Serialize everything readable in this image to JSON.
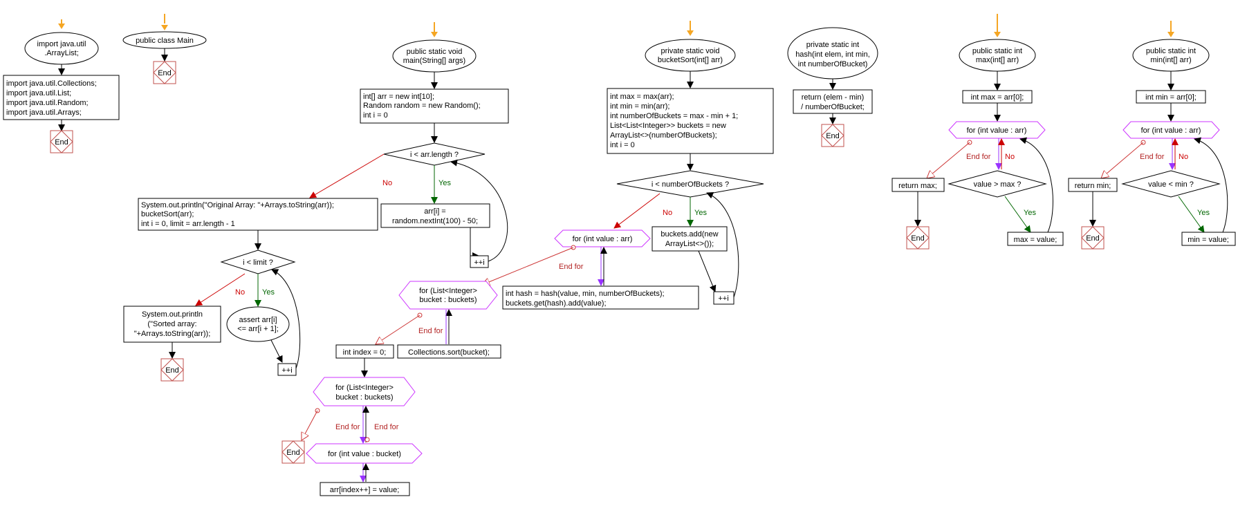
{
  "colors": {
    "start_marker": "#f5a623",
    "loop_hexagon": "#cc33ff",
    "end_marker": "#c0504d",
    "no_branch": "#cc0000",
    "yes_branch": "#006600",
    "end_for_branch": "#cc3333",
    "loop_back": "#9933ff"
  },
  "imports": {
    "start": [
      "import java.util",
      ".ArrayList;"
    ],
    "body": [
      "import java.util.Collections;",
      "import java.util.List;",
      "import java.util.Random;",
      "import java.util.Arrays;"
    ],
    "end": "End"
  },
  "main_class": {
    "start": "public class Main",
    "end": "End"
  },
  "main_method": {
    "start": [
      "public static void",
      "main(String[] args)"
    ],
    "init": [
      "int[] arr = new int[10];",
      "Random random = new Random();",
      "int i = 0"
    ],
    "cond1": "i < arr.length ?",
    "yes": "Yes",
    "no": "No",
    "fill": [
      "arr[i] =",
      "random.nextInt(100) - 50;"
    ],
    "inc1": "++i",
    "print": [
      "System.out.println(\"Original Array: \"+Arrays.toString(arr));",
      "bucketSort(arr);",
      "int i = 0, limit = arr.length - 1"
    ],
    "cond2": "i < limit ?",
    "assert": [
      "assert arr[i]",
      "<= arr[i + 1];"
    ],
    "inc2": "++i",
    "sorted": [
      "System.out.println",
      "(\"Sorted array:",
      "\"+Arrays.toString(arr));"
    ],
    "end": "End"
  },
  "bucket_sort": {
    "start": [
      "private static void",
      "bucketSort(int[] arr)"
    ],
    "init": [
      "int max = max(arr);",
      "int min = min(arr);",
      "int numberOfBuckets = max - min + 1;",
      "List<List<Integer>> buckets = new",
      "ArrayList<>(numberOfBuckets);",
      "int i = 0"
    ],
    "cond": "i < numberOfBuckets ?",
    "yes": "Yes",
    "no": "No",
    "add": [
      "buckets.add(new",
      "ArrayList<>());"
    ],
    "inc": "++i",
    "for_value": "for (int value : arr)",
    "end_for": "End for",
    "hash_stmt": [
      "int hash = hash(value, min, numberOfBuckets);",
      "buckets.get(hash).add(value);"
    ],
    "for_bucket1": [
      "for (List<Integer>",
      "bucket : buckets)"
    ],
    "sort_stmt": "Collections.sort(bucket);",
    "index_init": "int index = 0;",
    "for_bucket2": [
      "for (List<Integer>",
      "bucket : buckets)"
    ],
    "for_value2": "for (int value : bucket)",
    "assign": "arr[index++] = value;",
    "end": "End"
  },
  "hash_method": {
    "start": [
      "private static int",
      "hash(int elem, int min,",
      "int numberOfBucket)"
    ],
    "ret": [
      "return (elem - min)",
      "/ numberOfBucket;"
    ],
    "end": "End"
  },
  "max_method": {
    "start": [
      "public static int",
      "max(int[] arr)"
    ],
    "init": "int max = arr[0];",
    "for_value": "for (int value : arr)",
    "end_for": "End for",
    "no": "No",
    "yes": "Yes",
    "cond": "value > max ?",
    "assign": "max = value;",
    "ret": "return max;",
    "end": "End"
  },
  "min_method": {
    "start": [
      "public static int",
      "min(int[] arr)"
    ],
    "init": "int min = arr[0];",
    "for_value": "for (int value : arr)",
    "end_for": "End for",
    "no": "No",
    "yes": "Yes",
    "cond": "value < min ?",
    "assign": "min = value;",
    "ret": "return min;",
    "end": "End"
  }
}
